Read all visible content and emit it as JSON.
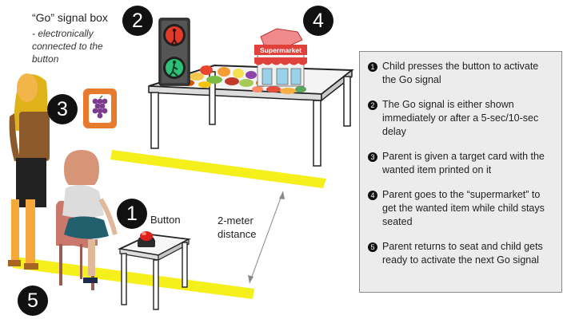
{
  "signal_box": {
    "title": "“Go” signal box",
    "subtitle": "- electronically connected to the button"
  },
  "labels": {
    "button": "Button",
    "distance": "2-meter distance",
    "supermarket": "Supermarket"
  },
  "badges": [
    "1",
    "2",
    "3",
    "4",
    "5"
  ],
  "steps": [
    {
      "num": "1",
      "text": "Child presses the button to activate the Go signal"
    },
    {
      "num": "2",
      "text": "The Go signal is either shown immediately or after a 5-sec/10-sec delay"
    },
    {
      "num": "3",
      "text": "Parent is given a target card with the wanted item printed on it"
    },
    {
      "num": "4",
      "text": "Parent goes to the “supermarket” to get the wanted item while child stays seated"
    },
    {
      "num": "5",
      "text": "Parent returns to seat and child gets ready to activate the next Go signal"
    }
  ],
  "colors": {
    "tape": "#f5ef1c",
    "card_border": "#e87a2e",
    "grapes": "#7b3b8f",
    "signal_red": "#e23a2a",
    "signal_green": "#2fbf77",
    "buzzer": "#e0201c",
    "panel_bg": "#ececec"
  }
}
